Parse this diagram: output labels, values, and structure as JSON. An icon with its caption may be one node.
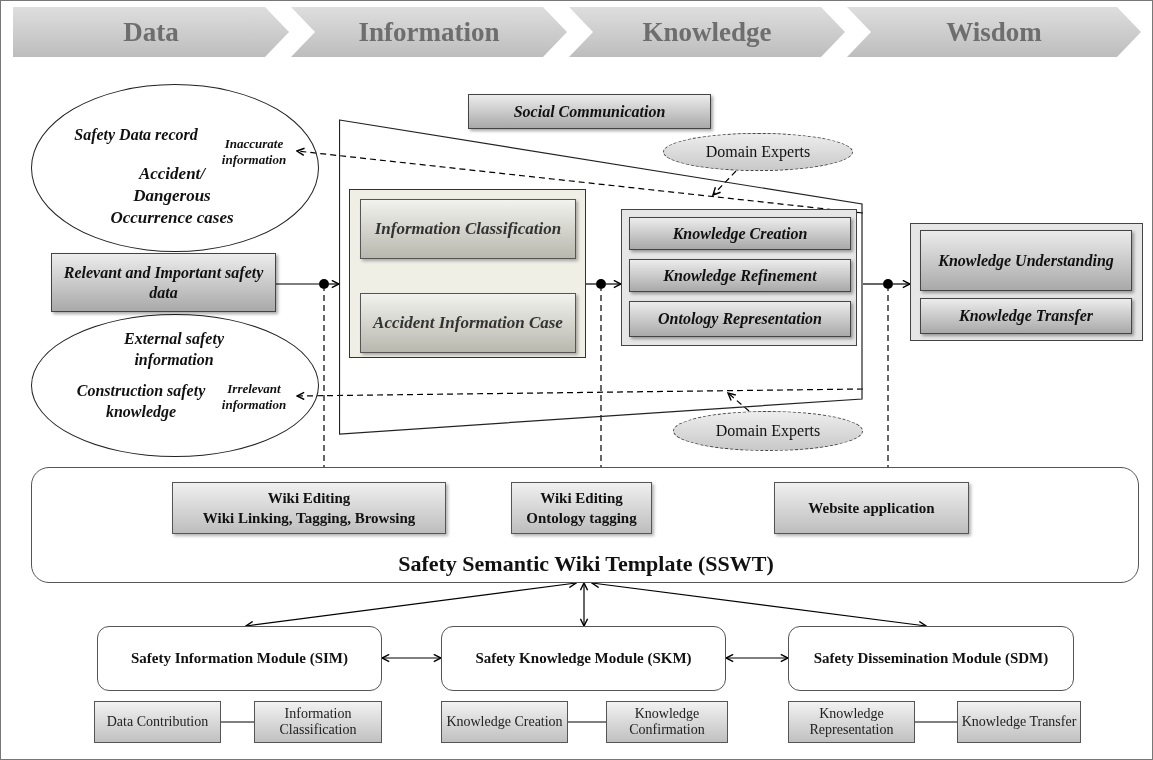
{
  "diagram": {
    "nodes": [
      {
        "text": [
          "Data"
        ]
      },
      {
        "text": [
          "Information"
        ]
      },
      {
        "text": [
          "Knowledge"
        ]
      },
      {
        "text": [
          "Wisdom"
        ]
      },
      {
        "text": [
          "Social Communication"
        ]
      },
      {
        "text": [
          "Safety Data record",
          "Accident/ Dangerous Occurrence cases"
        ]
      },
      {
        "text": [
          "Inaccurate information"
        ],
        "in": 5
      },
      {
        "text": [
          "Relevant and Important safety data"
        ]
      },
      {
        "text": [
          "External safety information",
          "Construction safety knowledge"
        ]
      },
      {
        "text": [
          "Irrelevant information"
        ],
        "in": 8
      },
      {
        "text": [],
        "shape": "trapezoid"
      },
      {
        "text": [],
        "shape": "box",
        "in": 10
      },
      {
        "text": [
          "Information Classification"
        ],
        "in": 11
      },
      {
        "text": [
          "Accident Information Case"
        ],
        "in": 11
      },
      {
        "text": [
          "Domain Experts"
        ]
      },
      {
        "text": [],
        "shape": "box",
        "in": 10
      },
      {
        "text": [
          "Knowledge Creation"
        ],
        "in": 15
      },
      {
        "text": [
          "Knowledge Refinement"
        ],
        "in": 15
      },
      {
        "text": [
          "Ontology Representation"
        ],
        "in": 15
      },
      {
        "text": [
          "Domain Experts"
        ]
      },
      {
        "text": [],
        "shape": "box"
      },
      {
        "text": [
          "Knowledge Understanding"
        ],
        "in": 20
      },
      {
        "text": [
          "Knowledge Transfer"
        ],
        "in": 20
      },
      {
        "text": [],
        "shape": "circle"
      },
      {
        "text": [],
        "shape": "circle",
        "in": 10
      },
      {
        "text": [],
        "shape": "circle"
      },
      {
        "text": [
          "Safety Semantic Wiki Template (SSWT)"
        ]
      },
      {
        "text": [
          "Wiki Editing",
          "Wiki Linking, Tagging, Browsing"
        ],
        "in": 26
      },
      {
        "text": [
          "Wiki Editing",
          "Ontology tagging"
        ],
        "in": 26
      },
      {
        "text": [
          "Website application"
        ],
        "in": 26
      },
      {
        "text": [
          "Safety Information Module (SIM)"
        ]
      },
      {
        "text": [
          "Safety Knowledge Module (SKM)"
        ]
      },
      {
        "text": [
          "Safety Dissemination Module (SDM)"
        ]
      },
      {
        "text": [
          "Data Contribution"
        ]
      },
      {
        "text": [
          "Information Classification"
        ]
      },
      {
        "text": [
          "Knowledge Creation"
        ]
      },
      {
        "text": [
          "Knowledge Confirmation"
        ]
      },
      {
        "text": [
          "Knowledge Representation"
        ]
      },
      {
        "text": [
          "Knowledge Transfer"
        ]
      }
    ],
    "edges": [
      {
        "from": 7,
        "to": 23,
        "arrow": "none"
      },
      {
        "from": 23,
        "to": 10,
        "arrow": "to"
      },
      {
        "from": 27,
        "to": 23,
        "arrow": "none",
        "style": "dashed"
      },
      {
        "from": 11,
        "to": 24,
        "arrow": "none"
      },
      {
        "from": 24,
        "to": 15,
        "arrow": "to"
      },
      {
        "from": 28,
        "to": 24,
        "arrow": "none",
        "style": "dashed"
      },
      {
        "from": 10,
        "to": 25,
        "arrow": "none"
      },
      {
        "from": 25,
        "to": 20,
        "arrow": "to"
      },
      {
        "from": 29,
        "to": 25,
        "arrow": "none",
        "style": "dashed"
      },
      {
        "from": 10,
        "to": 6,
        "arrow": "to",
        "style": "dashed"
      },
      {
        "from": 14,
        "to": 10,
        "arrow": "to",
        "style": "dashed"
      },
      {
        "from": 10,
        "to": 9,
        "arrow": "to",
        "style": "dashed"
      },
      {
        "from": 19,
        "to": 10,
        "arrow": "to",
        "style": "dashed"
      },
      {
        "from": 26,
        "to": 30,
        "arrow": "both"
      },
      {
        "from": 26,
        "to": 31,
        "arrow": "both"
      },
      {
        "from": 26,
        "to": 32,
        "arrow": "both"
      },
      {
        "from": 30,
        "to": 31,
        "arrow": "both"
      },
      {
        "from": 31,
        "to": 32,
        "arrow": "both"
      },
      {
        "from": 33,
        "to": 34,
        "arrow": "none"
      },
      {
        "from": 35,
        "to": 36,
        "arrow": "none"
      },
      {
        "from": 37,
        "to": 38,
        "arrow": "none"
      }
    ]
  }
}
